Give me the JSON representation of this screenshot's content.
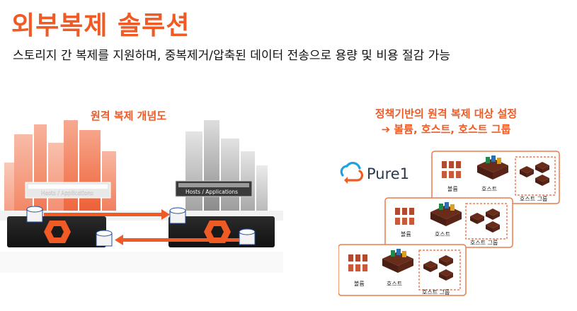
{
  "header": {
    "title": "외부복제 솔루션",
    "subtitle": "스토리지 간 복제를 지원하며, 중복제거/압축된 데이터 전송으로 용량 및 비용 절감 가능"
  },
  "left_panel": {
    "heading": "원격 복제 개념도",
    "source_label": "Hosts / Applications",
    "target_label": "Hosts / Applications"
  },
  "right_panel": {
    "heading_line1": "정책기반의 원격 복제 대상 설정",
    "heading_line2": "➔ 볼륨, 호스트, 호스트 그룹",
    "brand": "Pure1",
    "cards": [
      {
        "volume_label": "볼륨",
        "host_label": "호스트",
        "group_label": "호스트 그룹"
      },
      {
        "volume_label": "볼륨",
        "host_label": "호스트",
        "group_label": "호스트 그룹"
      },
      {
        "volume_label": "볼륨",
        "host_label": "호스트",
        "group_label": "호스트 그룹"
      }
    ]
  },
  "colors": {
    "accent": "#f05a24",
    "array_dark": "#1f1f1f",
    "text": "#111111"
  }
}
